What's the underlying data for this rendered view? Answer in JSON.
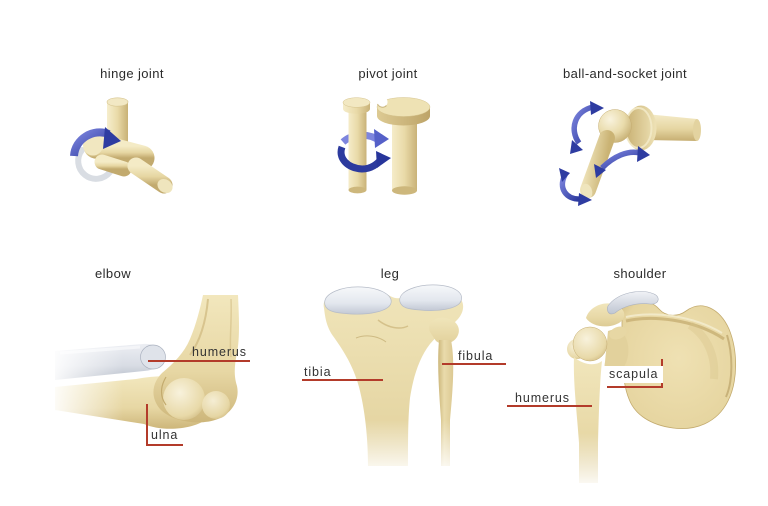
{
  "joints": [
    {
      "label": "hinge joint"
    },
    {
      "label": "pivot joint"
    },
    {
      "label": "ball-and-socket joint"
    }
  ],
  "examples": [
    {
      "label": "elbow",
      "parts": [
        {
          "name": "humerus"
        },
        {
          "name": "ulna"
        }
      ]
    },
    {
      "label": "leg",
      "parts": [
        {
          "name": "tibia"
        },
        {
          "name": "fibula"
        }
      ]
    },
    {
      "label": "shoulder",
      "parts": [
        {
          "name": "humerus"
        },
        {
          "name": "scapula"
        }
      ]
    }
  ],
  "colors": {
    "background": "#ffffff",
    "bone": "#e9d9a6",
    "bone_shadow": "#c7b070",
    "bone_highlight": "#f8f2dc",
    "cartilage": "#dde1e9",
    "cartilage_shadow": "#b3bac7",
    "arrow_blue_light": "#7d85de",
    "arrow_blue_dark": "#2c3a9e",
    "leader_line_red": "#b33b2a",
    "label_text": "#2f2f2f"
  }
}
